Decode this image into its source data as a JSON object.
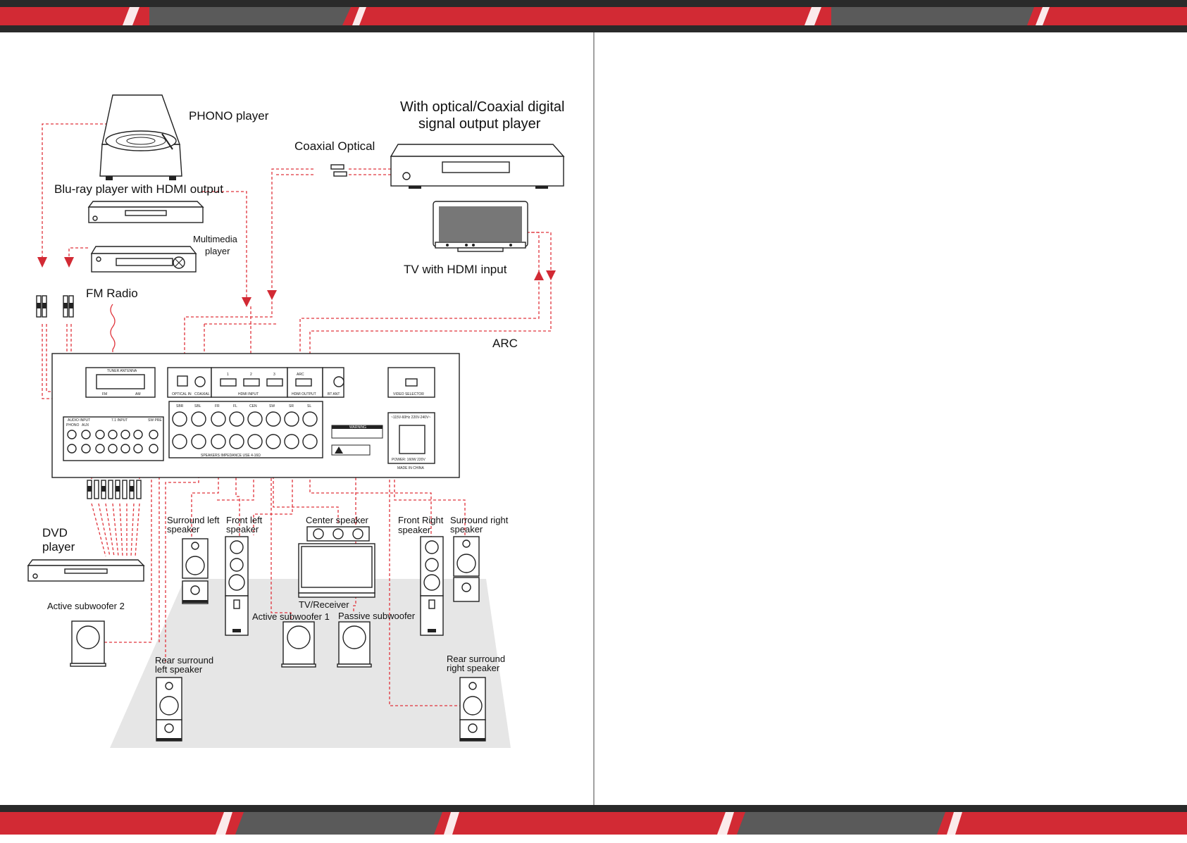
{
  "labels": {
    "phono_player": "PHONO player",
    "digital_player_line1": "With optical/Coaxial digital",
    "digital_player_line2": "signal output player",
    "coaxial_optical": "Coaxial Optical",
    "bluray_player": "Blu-ray player with HDMI output",
    "multimedia_line1": "Multimedia",
    "multimedia_line2": "player",
    "tv_hdmi": "TV with HDMI input",
    "fm_radio": "FM Radio",
    "arc": "ARC",
    "dvd_line1": "DVD",
    "dvd_line2": "player",
    "active_subwoofer_2": "Active subwoofer 2",
    "surround_left_line1": "Surround left",
    "surround_left_line2": "speaker",
    "front_left_line1": "Front left",
    "front_left_line2": "speaker",
    "center_speaker": "Center speaker",
    "front_right_line1": "Front Right",
    "front_right_line2": "speaker",
    "surround_right_line1": "Surround right",
    "surround_right_line2": "speaker",
    "tv_receiver": "TV/Receiver",
    "active_subwoofer_1": "Active subwoofer 1",
    "passive_subwoofer": "Passive subwoofer",
    "rear_left_line1": "Rear surround",
    "rear_left_line2": "left speaker",
    "rear_right_line1": "Rear surround",
    "rear_right_line2": "right speaker"
  },
  "panel": {
    "tuner_antenna": "TUNER ANTENNA",
    "fm": "FM",
    "am": "AM",
    "audio_input": "AUDIO INPUT",
    "phono": "PHONO",
    "aux": "AUX",
    "input_71": "7.1 INPUT",
    "sw_pre": "SW PRE",
    "optical_in": "OPTICAL IN",
    "coaxial": "COAXIAL",
    "hdmi_input": "HDMI INPUT",
    "hdmi_1": "1",
    "hdmi_2": "2",
    "hdmi_3": "3",
    "arc": "ARC",
    "hdmi_output": "HDMI OUTPUT",
    "bt_ant": "BT ANT",
    "video_selector": "VIDEO SELECTOR",
    "ch_sbr": "SBR",
    "ch_sbl": "SBL",
    "ch_fr": "FR",
    "ch_fl": "FL",
    "ch_cen": "CEN",
    "ch_sw": "SW",
    "ch_sr": "SR",
    "ch_sl": "SL",
    "speakers_impedance": "SPEAKERS IMPEDANCE USE 4-16Ω",
    "warning": "WARNING",
    "voltage": "~115V-60Hz  220V-240V~",
    "power": "POWER: 160W 220V",
    "made_in_china": "MADE IN CHINA"
  }
}
